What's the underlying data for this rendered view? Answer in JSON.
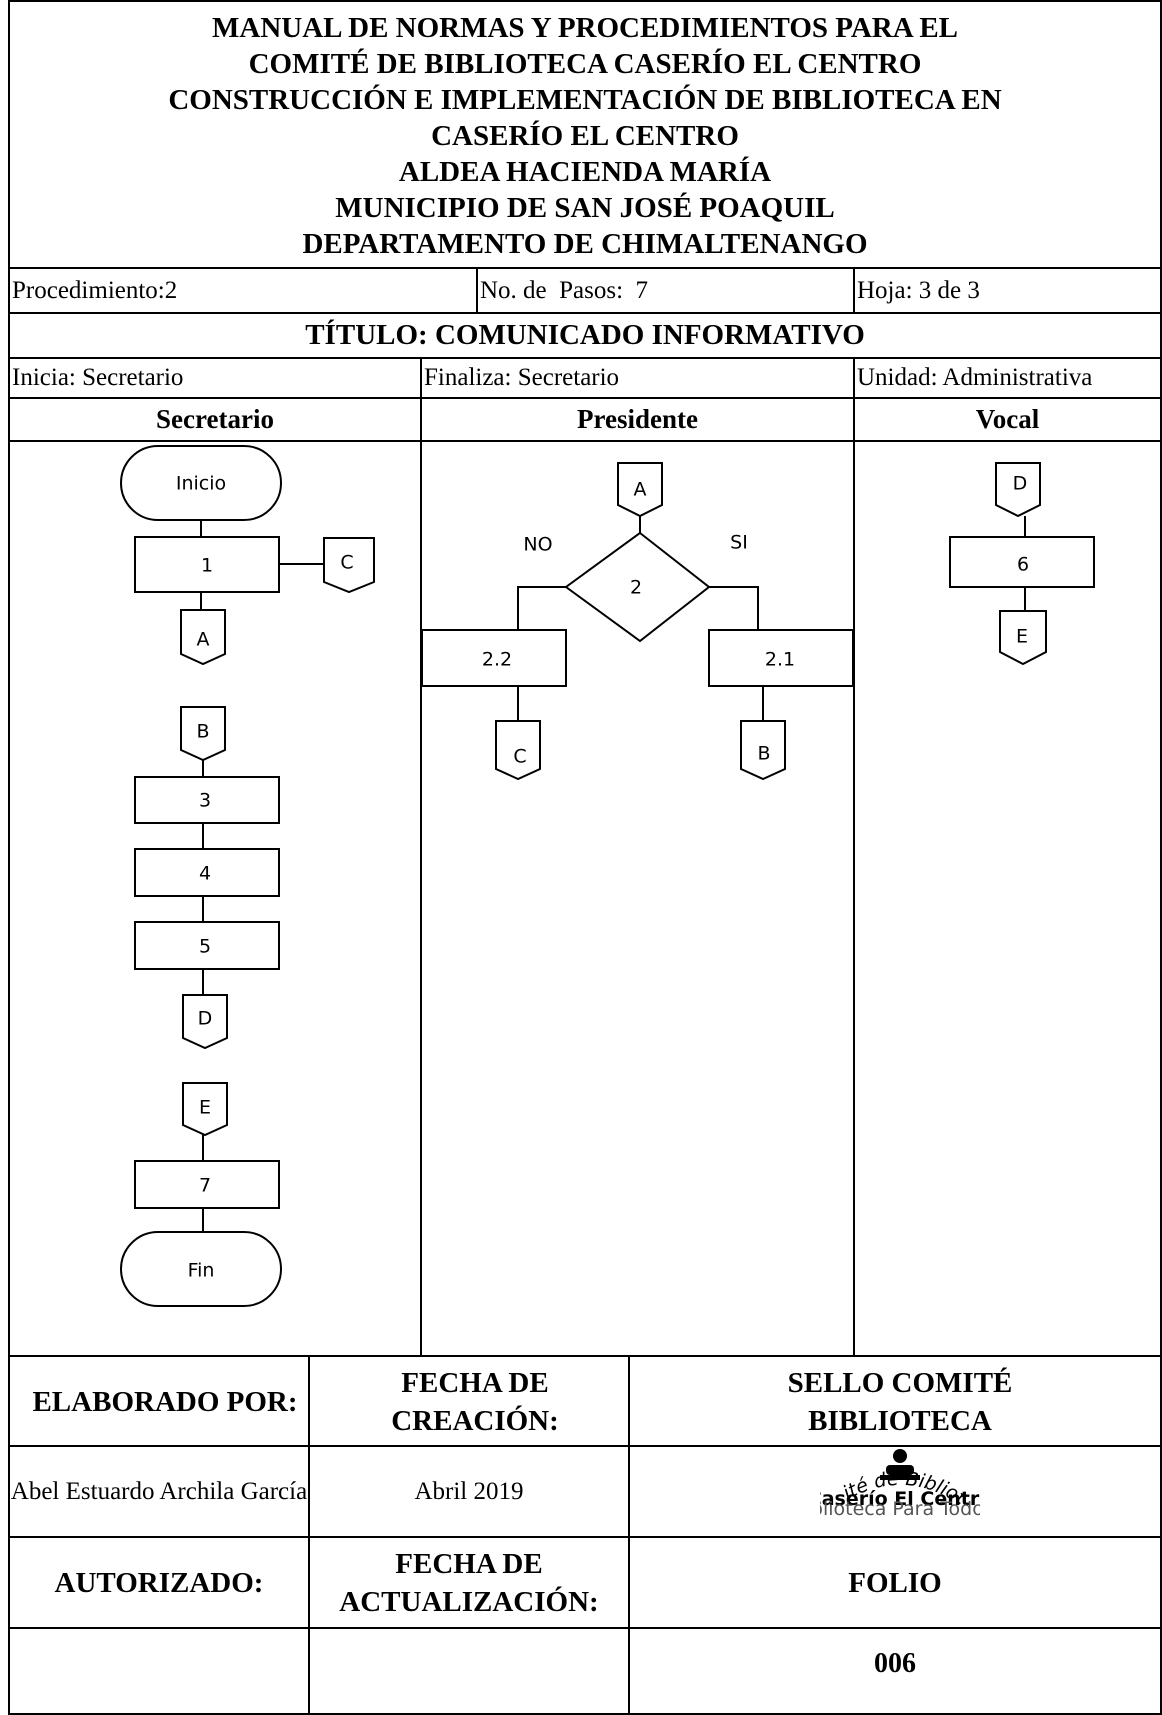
{
  "header": {
    "title_lines": [
      "MANUAL DE NORMAS Y PROCEDIMIENTOS PARA EL",
      "COMITÉ DE BIBLIOTECA CASERÍO EL CENTRO",
      "CONSTRUCCIÓN E IMPLEMENTACIÓN DE BIBLIOTECA EN",
      "CASERÍO EL CENTRO",
      "ALDEA HACIENDA MARÍA",
      "MUNICIPIO DE SAN JOSÉ POAQUIL",
      "DEPARTAMENTO DE CHIMALTENANGO"
    ]
  },
  "info": {
    "procedimiento": "Procedimiento:2",
    "pasos": "No. de  Pasos:  7",
    "hoja": "Hoja: 3 de 3",
    "titulo": "TÍTULO: COMUNICADO INFORMATIVO",
    "inicia": "Inicia: Secretario",
    "finaliza": "Finaliza: Secretario",
    "unidad": "Unidad: Administrativa"
  },
  "lanes": [
    "Secretario",
    "Presidente",
    "Vocal"
  ],
  "flowchart": {
    "inicio": "Inicio",
    "fin": "Fin",
    "steps": [
      "1",
      "2",
      "2.2",
      "2.1",
      "3",
      "4",
      "5",
      "6",
      "7"
    ],
    "connectors": [
      "A",
      "B",
      "C",
      "D",
      "E"
    ],
    "branch_no": "NO",
    "branch_si": "SI"
  },
  "footer": {
    "elaborado_label": "ELABORADO POR:",
    "fecha_creacion_label": "FECHA DE CREACIÓN:",
    "sello_label": "SELLO COMITÉ BIBLIOTECA",
    "elaborado_value": "Abel Estuardo Archila García",
    "fecha_creacion_value": "Abril 2019",
    "autorizado_label": "AUTORIZADO:",
    "fecha_actualizacion_label": "FECHA DE ACTUALIZACIÓN:",
    "folio_label": "FOLIO",
    "autorizado_value": "",
    "fecha_actualizacion_value": "",
    "folio_value": "006"
  },
  "logo": {
    "arc_text": "Comité de Biblioteca",
    "name": "Caserío El Centro",
    "tagline": "Biblioteca Para Todos!."
  }
}
